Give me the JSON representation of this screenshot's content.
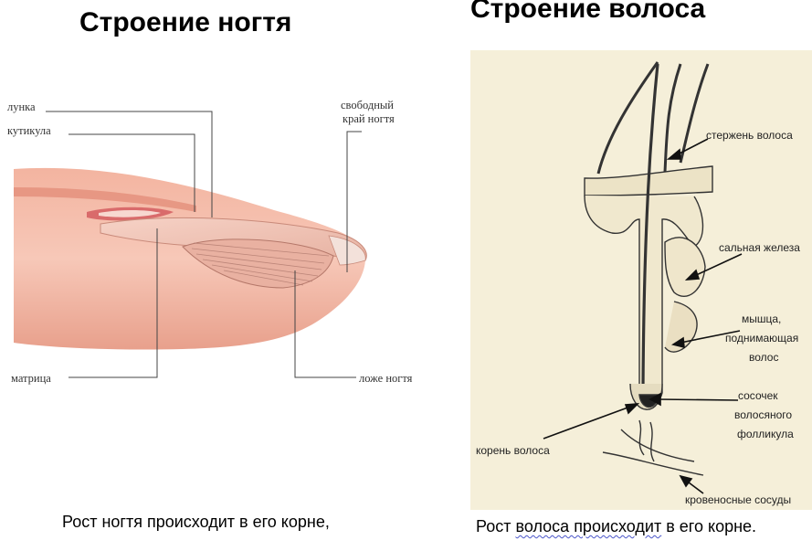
{
  "nail": {
    "title": "Строение ногтя",
    "labels": {
      "lunula": "лунка",
      "cuticle": "кутикула",
      "free_edge_1": "свободный",
      "free_edge_2": "край ногтя",
      "matrix": "матрица",
      "nail_bed": "ложе ногтя"
    },
    "caption": "Рост ногтя происходит в его корне,"
  },
  "hair": {
    "title": "Строение волоса",
    "labels": {
      "shaft": "стержень волоса",
      "sebaceous_gland": "сальная железа",
      "muscle_1": "мышца,",
      "muscle_2": "поднимающая",
      "muscle_3": "волос",
      "papilla_1": "сосочек",
      "papilla_2": "волосяного",
      "papilla_3": "фолликула",
      "root": "корень волоса",
      "blood_vessels": "кровеносные сосуды"
    },
    "caption": {
      "part1": "Рост ",
      "part2": "волоса  происходит",
      "part3": " в его корне."
    }
  }
}
